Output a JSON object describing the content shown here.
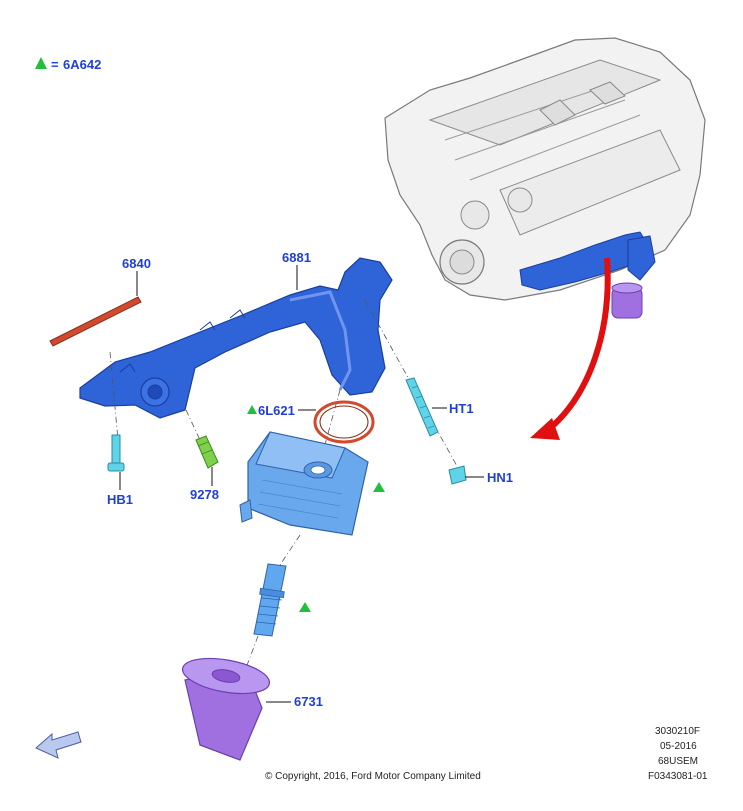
{
  "legend": {
    "symbol": "triangle",
    "equals": "=",
    "code": "6A642"
  },
  "callouts": {
    "gasket": "6840",
    "adapter": "6881",
    "oring": "6L621",
    "stud": "HT1",
    "nut": "HN1",
    "bolt": "HB1",
    "sensor": "9278",
    "filter": "6731"
  },
  "info": {
    "line1": "3030210F",
    "line2": "05-2016",
    "line3": "68USEM",
    "line4": "F0343081-01"
  },
  "copyright": "© Copyright, 2016, Ford Motor Company Limited",
  "colors": {
    "callout_text": "#1f3fd6",
    "triangle": "#22c03a",
    "part_blue": "#2f63d8",
    "cooler_blue": "#6aa8ee",
    "cyan_fastener": "#5fd3e8",
    "sensor_green": "#7fd04a",
    "filter_purple": "#a070e0",
    "gasket_red": "#d24a2e",
    "arrow_red": "#e01010"
  }
}
